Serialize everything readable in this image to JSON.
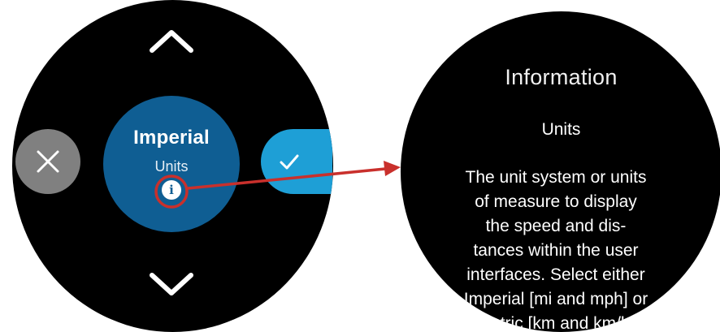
{
  "left_screen": {
    "option_value": "Imperial",
    "option_label": "Units",
    "info_glyph": "i",
    "icons": {
      "up": "chevron-up-icon",
      "down": "chevron-down-icon",
      "cancel": "close-icon",
      "confirm": "checkmark-icon",
      "info": "info-icon"
    },
    "colors": {
      "select_button": "#0f5e93",
      "cancel_button": "#808080",
      "confirm_button": "#1e9fd6",
      "annotation": "#c9302c"
    }
  },
  "right_screen": {
    "title": "Information",
    "subtitle": "Units",
    "body": "The unit system or units\nof measure to display\nthe speed and dis-\ntances within the user\ninterfaces. Select either\nImperial [mi and mph] or\nMetric [km and km/h]"
  }
}
